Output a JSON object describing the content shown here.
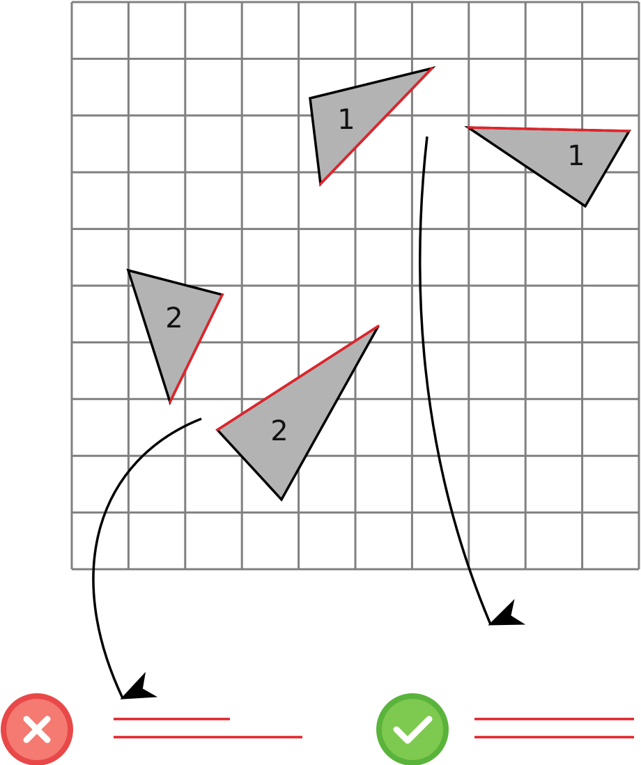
{
  "grid": {
    "columns": 10,
    "rows": 10,
    "line_color": "#808080"
  },
  "colors": {
    "triangle_fill": "#b3b3b3",
    "triangle_outline": "#000000",
    "highlighted_edge": "#e2232a",
    "wrong_badge": "#e84848",
    "right_badge": "#5ab33b"
  },
  "triangles": [
    {
      "label": "1",
      "pair": 1
    },
    {
      "label": "1",
      "pair": 1
    },
    {
      "label": "2",
      "pair": 2
    },
    {
      "label": "2",
      "pair": 2
    }
  ],
  "comparisons": [
    {
      "result": "incorrect",
      "icon": "cross-icon",
      "red_lines_equal_length": false
    },
    {
      "result": "correct",
      "icon": "check-icon",
      "red_lines_equal_length": true
    }
  ]
}
